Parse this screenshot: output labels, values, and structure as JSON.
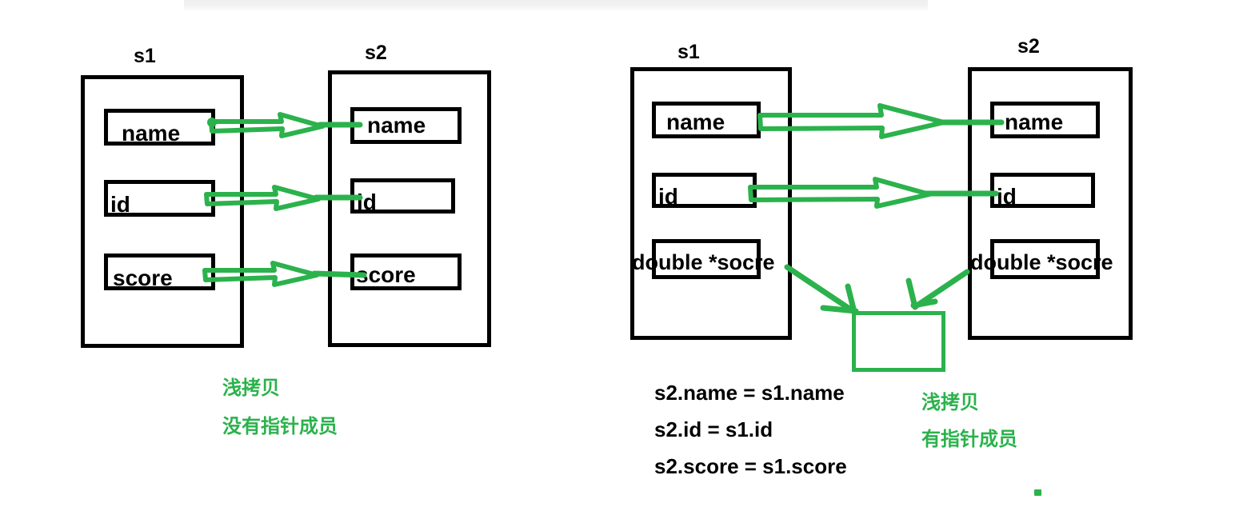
{
  "diagram": {
    "title_hint": "shallow-copy illustration",
    "accent_green": "#2bb24c",
    "ink_black": "#000000",
    "left_panel": {
      "struct_a": {
        "title": "s1",
        "members": [
          {
            "label": "name"
          },
          {
            "label": "id"
          },
          {
            "label": "score"
          }
        ]
      },
      "struct_b": {
        "title": "s2",
        "members": [
          {
            "label": "name"
          },
          {
            "label": "id"
          },
          {
            "label": "score"
          }
        ]
      },
      "captions": [
        "浅拷贝",
        "没有指针成员"
      ]
    },
    "right_panel": {
      "struct_a": {
        "title": "s1",
        "members": [
          {
            "label": "name"
          },
          {
            "label": "id"
          },
          {
            "label": "double *socre"
          }
        ]
      },
      "struct_b": {
        "title": "s2",
        "members": [
          {
            "label": "name"
          },
          {
            "label": "id"
          },
          {
            "label": "double *socre"
          }
        ]
      },
      "heap_block": {
        "label": ""
      },
      "assignments": [
        "s2.name = s1.name",
        "s2.id = s1.id",
        "s2.score = s1.score"
      ],
      "captions": [
        "浅拷贝",
        "有指针成员"
      ]
    }
  }
}
